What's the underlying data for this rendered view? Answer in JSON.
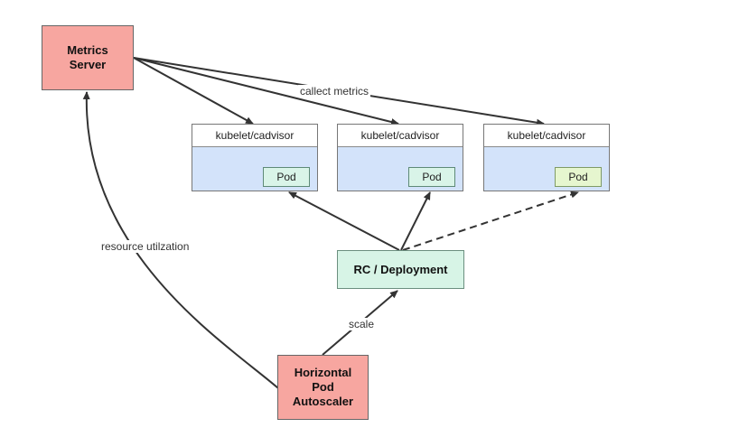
{
  "metrics_server": {
    "label_line1": "Metrics",
    "label_line2": "Server"
  },
  "nodes": [
    {
      "header": "kubelet/cadvisor",
      "pod": "Pod",
      "pod_color": "#d9f4e8"
    },
    {
      "header": "kubelet/cadvisor",
      "pod": "Pod",
      "pod_color": "#d9f4e8"
    },
    {
      "header": "kubelet/cadvisor",
      "pod": "Pod",
      "pod_color": "#e6f6cf"
    }
  ],
  "rc_deployment": {
    "label": "RC / Deployment"
  },
  "hpa": {
    "line1": "Horizontal",
    "line2": "Pod",
    "line3": "Autoscaler"
  },
  "edge_labels": {
    "collect": "callect metrics",
    "resource": "resource utilzation",
    "scale": "scale"
  },
  "colors": {
    "red_box": "#f7a6a0",
    "mint_box": "#d7f4e6",
    "node_body": "#d3e3fa",
    "wire": "#333333"
  }
}
